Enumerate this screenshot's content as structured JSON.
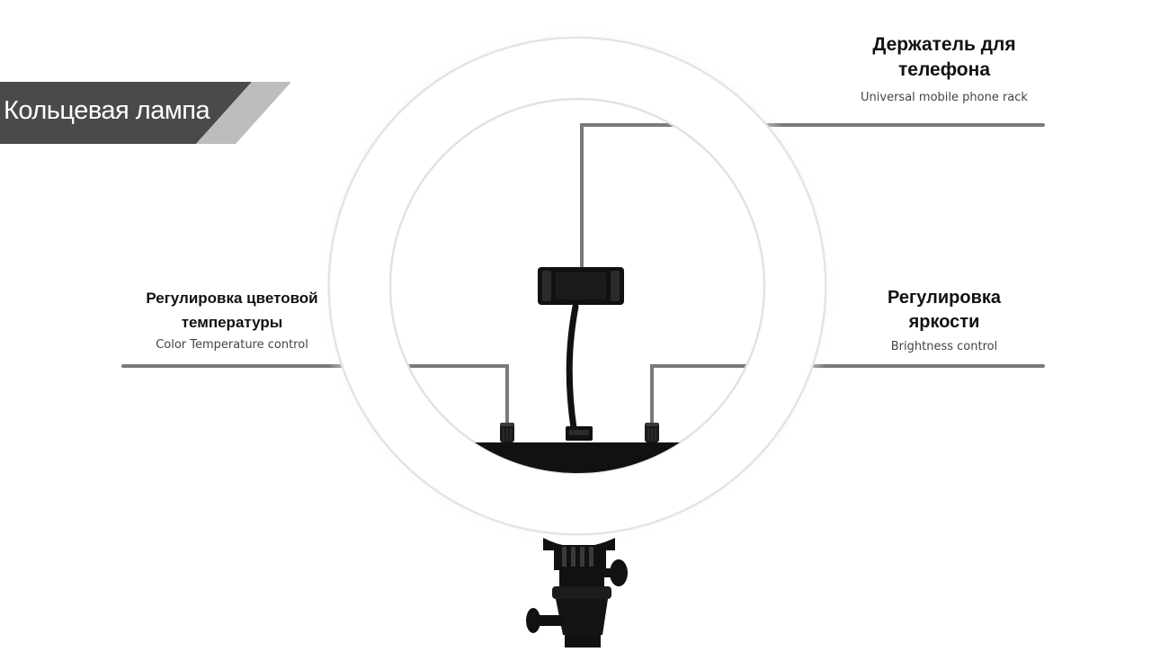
{
  "banner": {
    "title": "Кольцевая лампа",
    "colors": {
      "dark": "#4a4a4a",
      "light": "#bdbdbd"
    }
  },
  "callouts": {
    "phone_holder": {
      "title_line1": "Держатель для",
      "title_line2": "телефона",
      "subtitle": "Universal mobile phone rack"
    },
    "color_temperature": {
      "title_line1": "Регулировка цветовой",
      "title_line2": "температуры",
      "subtitle": "Color Temperature control"
    },
    "brightness": {
      "title_line1": "Регулировка",
      "title_line2": "яркости",
      "subtitle": "Brightness control"
    }
  },
  "colors": {
    "callout_line": "#7a7a7a",
    "ring_light": "#ffffff",
    "hardware": "#111111"
  }
}
